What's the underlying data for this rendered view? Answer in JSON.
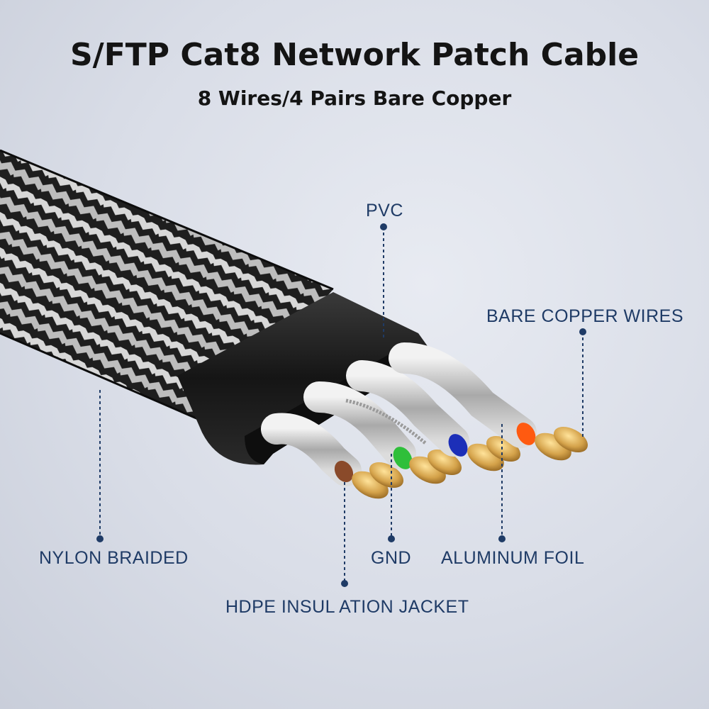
{
  "header": {
    "title": "S/FTP Cat8 Network Patch Cable",
    "subtitle": "8 Wires/4 Pairs Bare Copper"
  },
  "callouts": {
    "pvc": "PVC",
    "bare_copper": "BARE COPPER WIRES",
    "nylon": "NYLON BRAIDED",
    "gnd": "GND",
    "aluminum_foil": "ALUMINUM FOIL",
    "hdpe": "HDPE INSUL ATION JACKET"
  },
  "colors": {
    "callout": "#1f3b66",
    "jacket": "#1c1c1c",
    "copper": "#d4a24a",
    "pair_brown": "#8a4a2a",
    "pair_green": "#2fbf3a",
    "pair_blue": "#1c2fb8",
    "pair_orange": "#ff5a10"
  }
}
